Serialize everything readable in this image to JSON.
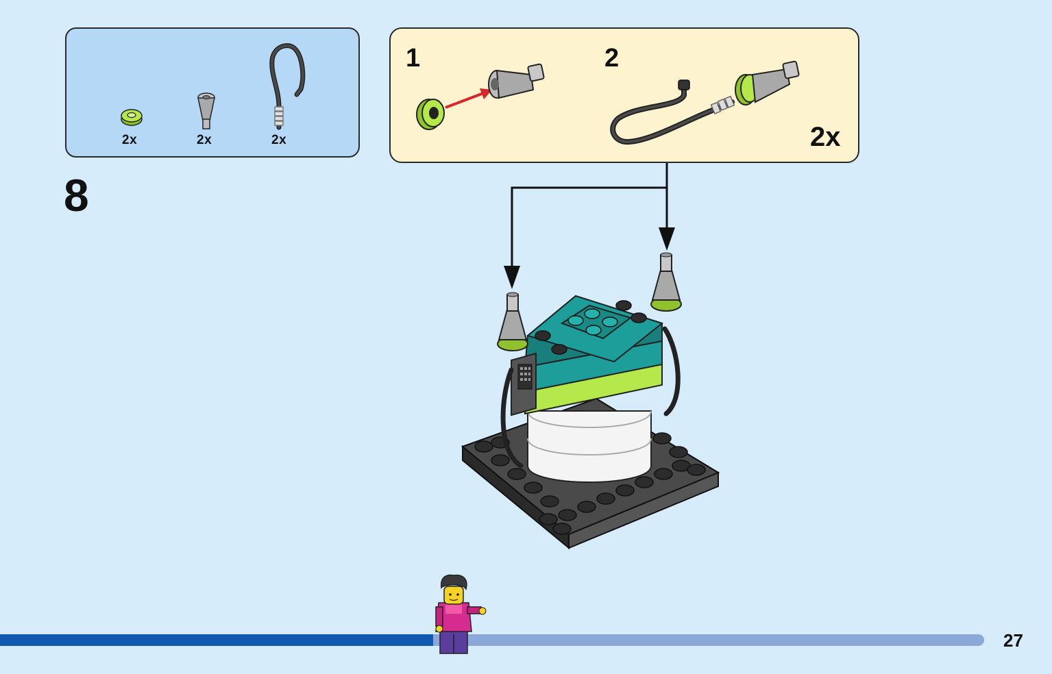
{
  "parts": [
    {
      "name": "round plate (lime)",
      "qty": "2x"
    },
    {
      "name": "cone nozzle (gray)",
      "qty": "2x"
    },
    {
      "name": "flexible hose (black)",
      "qty": "2x"
    }
  ],
  "substeps": [
    {
      "number": "1"
    },
    {
      "number": "2"
    }
  ],
  "substep_multiplier": "2x",
  "step_number": "8",
  "page_number": "27",
  "progress": 0.44,
  "colors": {
    "background": "#d6ecfa",
    "parts_box": "#b4d8f5",
    "substeps_box": "#fdf4cf",
    "lime": "#b5e84a",
    "teal": "#1e9e9a",
    "dark_gray": "#4a4a4a",
    "light_gray": "#a9a9a9",
    "progress_fill": "#0f5aae",
    "progress_track": "#8aa9d9",
    "arrow_red": "#d8262b"
  }
}
